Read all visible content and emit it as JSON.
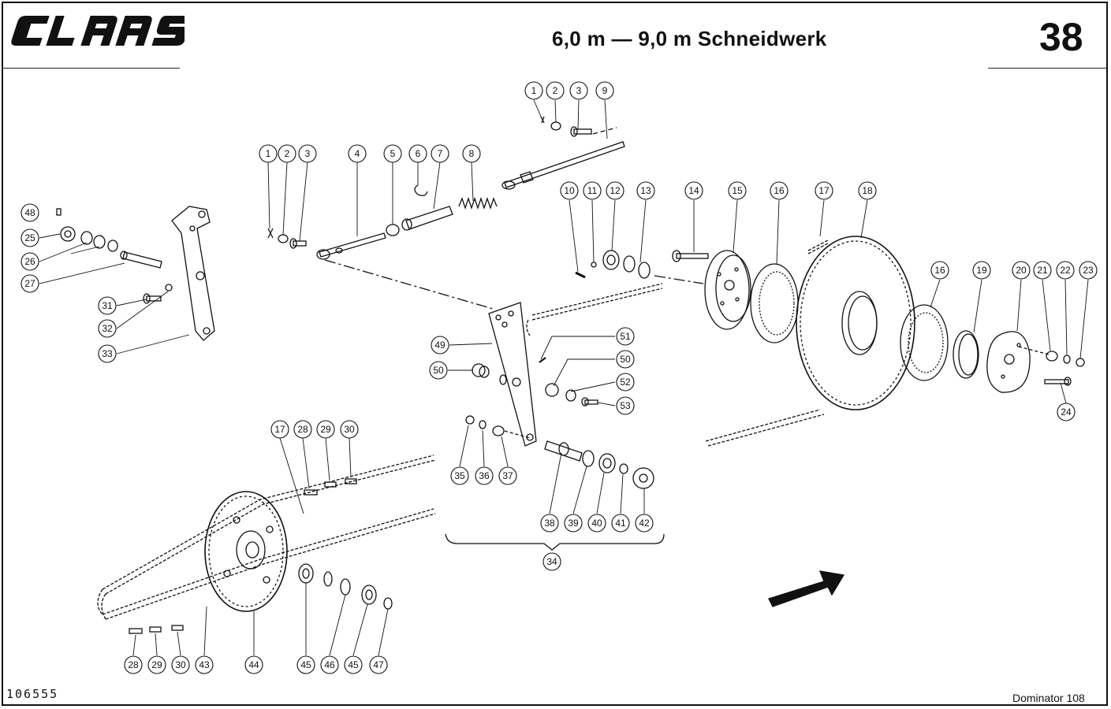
{
  "header": {
    "brand": "CLAAS",
    "title": "6,0 m — 9,0 m Schneidwerk",
    "page_number": "38"
  },
  "footer": {
    "drawing_id": "106555",
    "model": "Dominator 108"
  },
  "callouts": [
    "1",
    "2",
    "3",
    "9",
    "1",
    "2",
    "3",
    "4",
    "5",
    "6",
    "7",
    "8",
    "10",
    "11",
    "12",
    "13",
    "14",
    "15",
    "16",
    "17",
    "18",
    "16",
    "19",
    "20",
    "21",
    "22",
    "23",
    "24",
    "48",
    "25",
    "26",
    "27",
    "31",
    "32",
    "33",
    "49",
    "51",
    "50",
    "50",
    "52",
    "53",
    "35",
    "36",
    "37",
    "38",
    "39",
    "40",
    "41",
    "42",
    "34",
    "17",
    "28",
    "29",
    "30",
    "28",
    "29",
    "30",
    "43",
    "44",
    "45",
    "46",
    "45",
    "47"
  ],
  "colors": {
    "ink": "#111111",
    "paper": "#ffffff"
  }
}
